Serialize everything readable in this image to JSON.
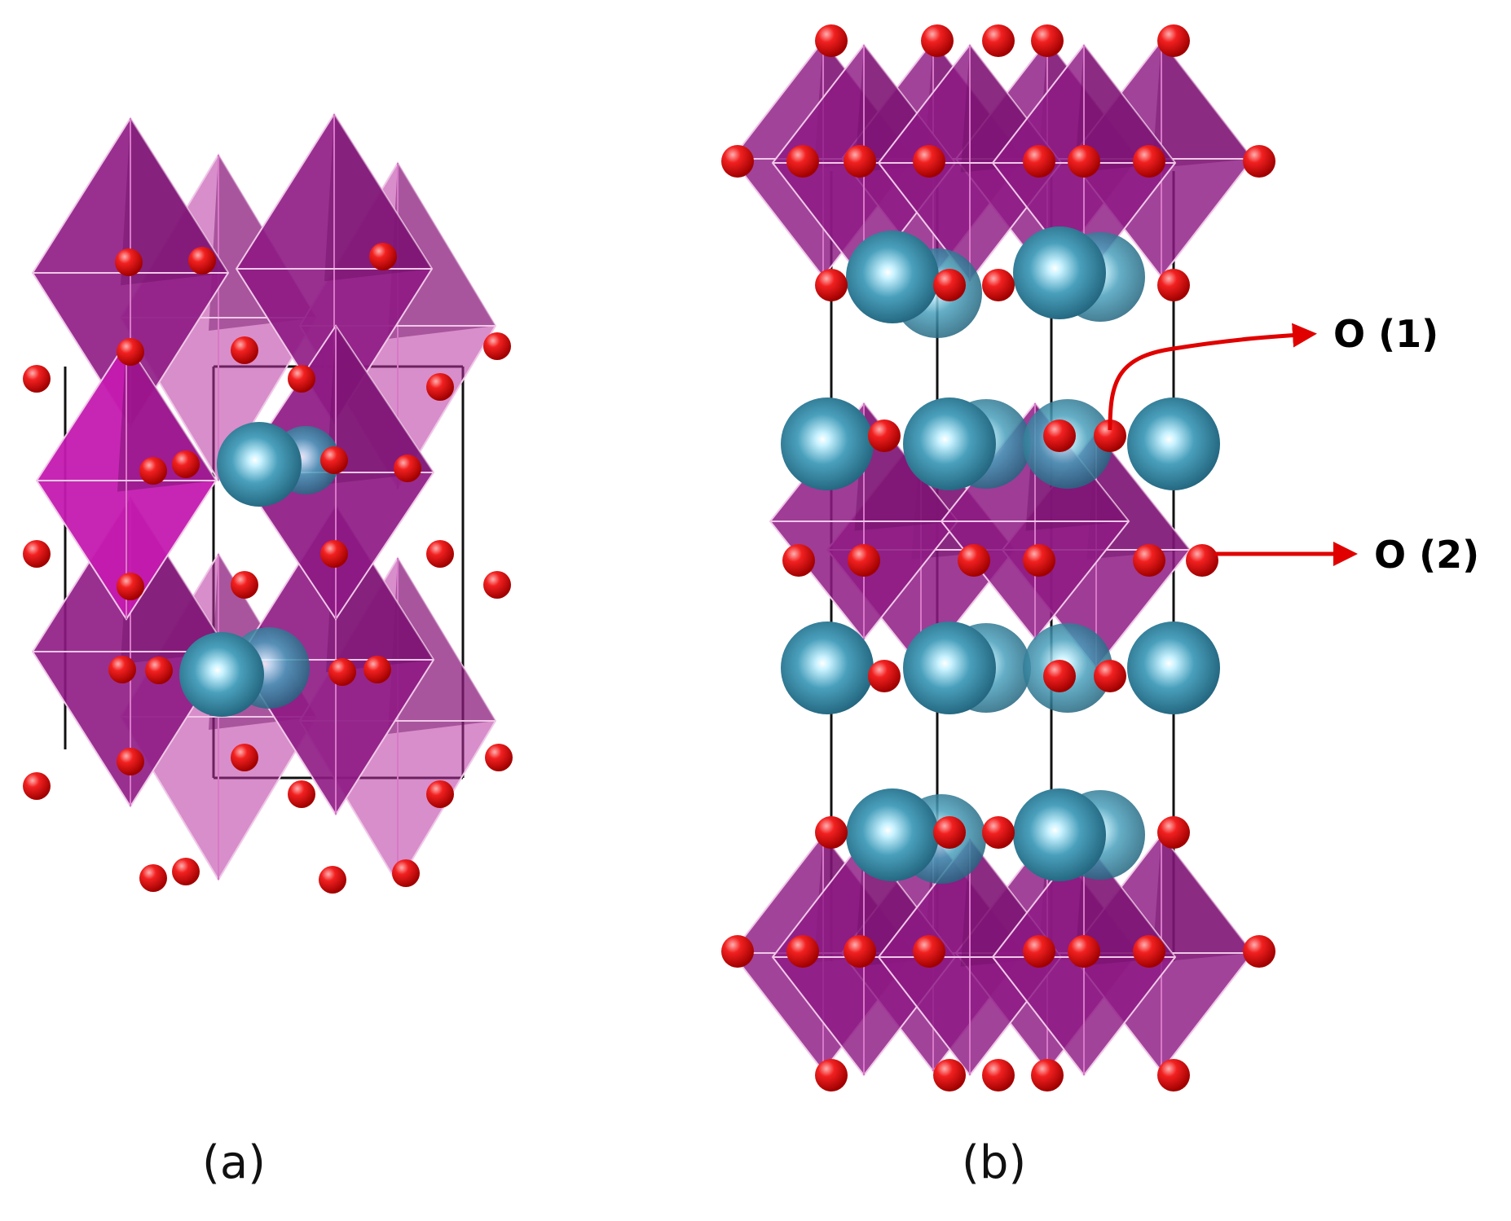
{
  "figure": {
    "panels": [
      {
        "id": "a",
        "label": "(a)"
      },
      {
        "id": "b",
        "label": "(b)"
      }
    ],
    "annotations": [
      {
        "id": "o1",
        "label": "O (1)",
        "arrow_color": "#e00000"
      },
      {
        "id": "o2",
        "label": "O (2)",
        "arrow_color": "#e00000"
      }
    ],
    "colors": {
      "octahedron": "#8e1a84",
      "octahedron_light": "#b8329f",
      "oxygen": "#e81010",
      "cation": "#3d8ea8",
      "cell_edge": "#111111"
    }
  }
}
